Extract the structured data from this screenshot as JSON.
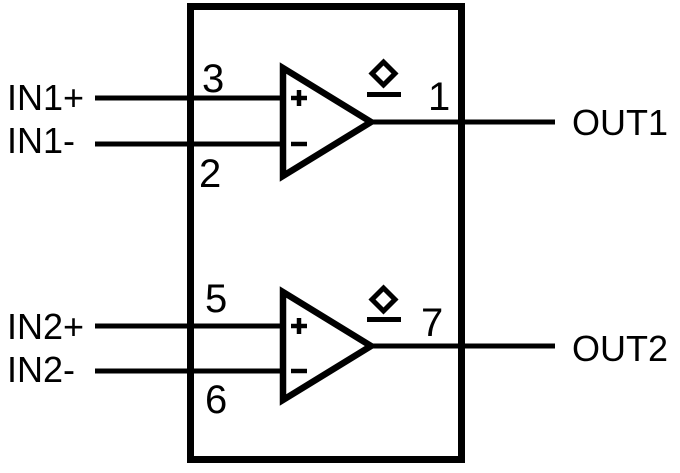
{
  "figure": {
    "title": "dual-op-amp-block-diagram",
    "background_color": "#ffffff",
    "stroke_color": "#000000",
    "icons": {
      "noninverting_input": "plus-icon",
      "inverting_input": "minus-icon",
      "output_clamp": "diamond-underline-icon"
    }
  },
  "amplifiers": [
    {
      "name": "amplifier-1",
      "noninverting_input": {
        "label": "IN1+",
        "pin": "3"
      },
      "inverting_input": {
        "label": "IN1-",
        "pin": "2"
      },
      "output": {
        "label": "OUT1",
        "pin": "1"
      }
    },
    {
      "name": "amplifier-2",
      "noninverting_input": {
        "label": "IN2+",
        "pin": "5"
      },
      "inverting_input": {
        "label": "IN2-",
        "pin": "6"
      },
      "output": {
        "label": "OUT2",
        "pin": "7"
      }
    }
  ]
}
